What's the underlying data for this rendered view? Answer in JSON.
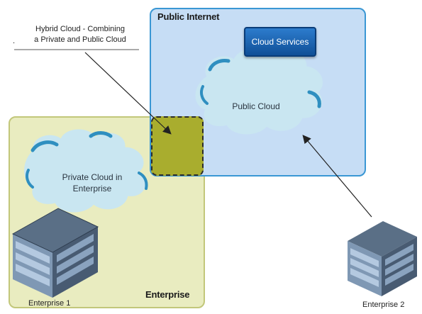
{
  "callout": {
    "line1": "Hybrid Cloud - Combining",
    "line2": "a Private and Public Cloud",
    "bullet": "."
  },
  "public_zone": {
    "title": "Public Internet"
  },
  "cloud_services": {
    "label": "Cloud Services"
  },
  "public_cloud": {
    "label": "Public Cloud"
  },
  "private_cloud": {
    "line1": "Private Cloud in",
    "line2": "Enterprise"
  },
  "enterprise_zone": {
    "title": "Enterprise"
  },
  "enterprise1": {
    "label": "Enterprise 1"
  },
  "enterprise2": {
    "label": "Enterprise 2"
  },
  "colors": {
    "public_fill": "#c6ddf5",
    "public_border": "#3a97d4",
    "enterprise_fill": "#e9ecc0",
    "hybrid_fill": "#a9ad2e",
    "cloud_fill": "#c9e6f1",
    "cloud_edge": "#2f8fc0",
    "service_button": "#1c63b0"
  }
}
